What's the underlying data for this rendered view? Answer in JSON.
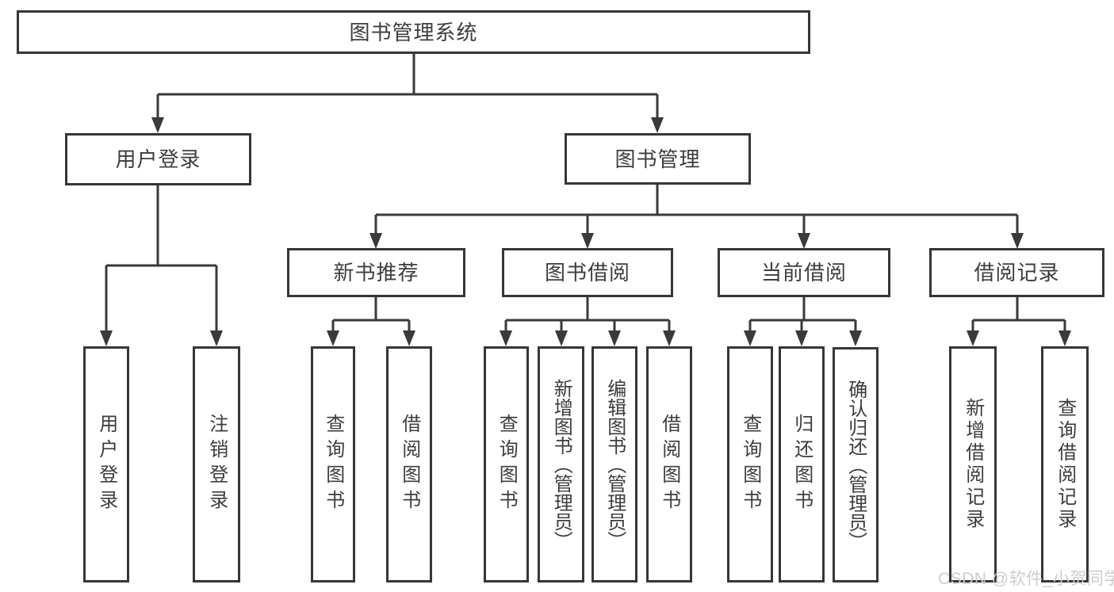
{
  "diagram": {
    "title": "图书管理系统",
    "branches": [
      {
        "label": "用户登录",
        "children": [
          {
            "label": "用户登录"
          },
          {
            "label": "注销登录"
          }
        ]
      },
      {
        "label": "图书管理",
        "children": [
          {
            "label": "新书推荐",
            "children": [
              {
                "label": "查询图书"
              },
              {
                "label": "借阅图书"
              }
            ]
          },
          {
            "label": "图书借阅",
            "children": [
              {
                "label": "查询图书"
              },
              {
                "label": "新增图书（管理员）"
              },
              {
                "label": "编辑图书（管理员）"
              },
              {
                "label": "借阅图书"
              }
            ]
          },
          {
            "label": "当前借阅",
            "children": [
              {
                "label": "查询图书"
              },
              {
                "label": "归还图书"
              },
              {
                "label": "确认归还（管理员）"
              }
            ]
          },
          {
            "label": "借阅记录",
            "children": [
              {
                "label": "新增借阅记录"
              },
              {
                "label": "查询借阅记录"
              }
            ]
          }
        ]
      }
    ]
  },
  "watermark": {
    "text": "CSDN @软件_小贺同学"
  },
  "colors": {
    "line": "#3a3a3a",
    "box_border": "#363636",
    "text": "#3d3d3d",
    "background": "#ffffff",
    "watermark": "#cdcdcd"
  }
}
